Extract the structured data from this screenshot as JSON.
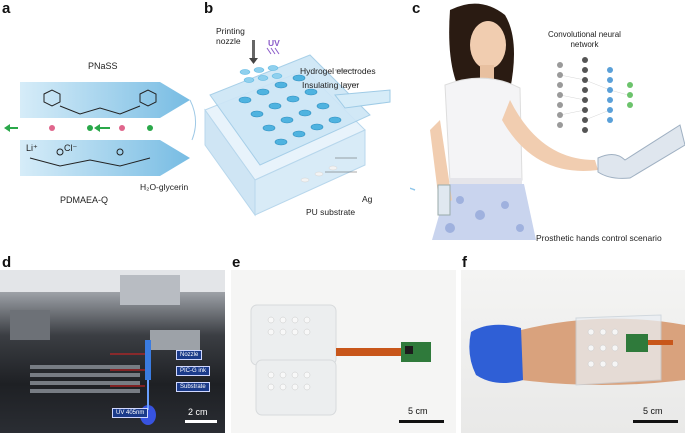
{
  "panels": {
    "a": {
      "letter": "a",
      "pnass_label": "PNaSS",
      "pdmaea_label": "PDMAEA-Q",
      "ions": {
        "li": "Li⁺",
        "cl": "Cl⁻"
      },
      "solvent_label": "H₂O-glycerin"
    },
    "b": {
      "letter": "b",
      "printing_nozzle_label": "Printing\nnozzle",
      "uv_label": "UV",
      "hydrogel_label": "Hydrogel electrodes",
      "insulating_label": "Insulating layer",
      "ag_label": "Ag",
      "pu_label": "PU substrate"
    },
    "c": {
      "letter": "c",
      "cnn_label": "Convolutional neural\nnetwork",
      "scenario_label": "Prosthetic hands control scenario"
    },
    "d": {
      "letter": "d",
      "nozzle_tag": "Nozzle",
      "ink_tag": "PIC-G ink",
      "substrate_tag": "Substrate",
      "uv_tag": "UV 405nm",
      "scale": "2 cm"
    },
    "e": {
      "letter": "e",
      "scale": "5 cm"
    },
    "f": {
      "letter": "f",
      "scale": "5 cm"
    }
  },
  "colors": {
    "hydrogel_blue": "#4fb3e0",
    "layer_blue": "#bfe3f5",
    "uv_purple": "#8b5cc9",
    "glove_blue": "#2f5fd6",
    "flex_orange": "#c8561a",
    "pcb_green": "#2f7a3b"
  }
}
